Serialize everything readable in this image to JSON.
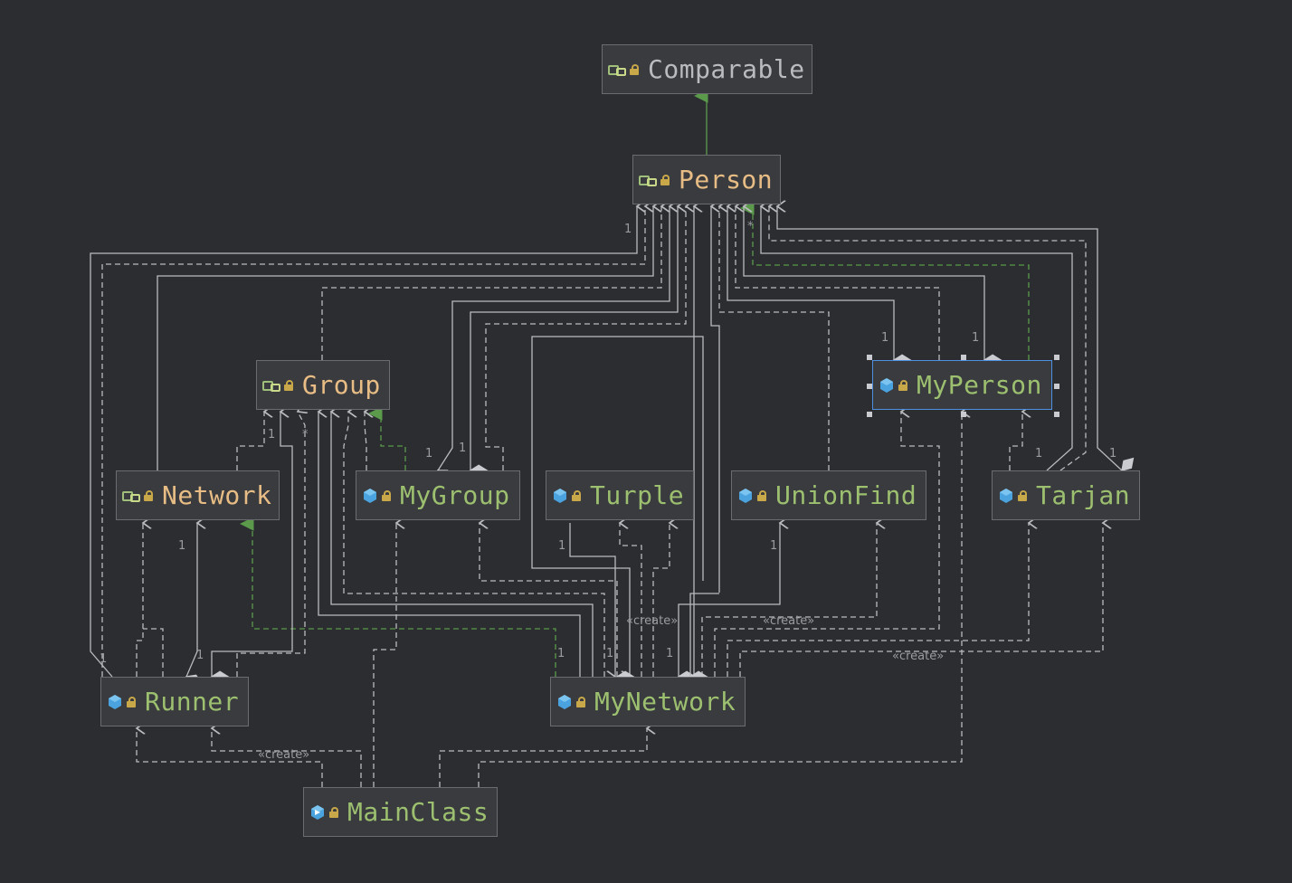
{
  "diagram": {
    "nodes": [
      {
        "id": "comparable",
        "label": "Comparable",
        "kind": "interface",
        "style": "plain",
        "icon": "interface-icon"
      },
      {
        "id": "person",
        "label": "Person",
        "kind": "interface",
        "style": "iface",
        "icon": "interface-icon"
      },
      {
        "id": "group",
        "label": "Group",
        "kind": "interface",
        "style": "iface",
        "icon": "interface-icon"
      },
      {
        "id": "network",
        "label": "Network",
        "kind": "interface",
        "style": "iface",
        "icon": "interface-icon"
      },
      {
        "id": "mygroup",
        "label": "MyGroup",
        "kind": "class",
        "style": "class",
        "icon": "class-icon"
      },
      {
        "id": "turple",
        "label": "Turple",
        "kind": "class",
        "style": "class",
        "icon": "class-icon"
      },
      {
        "id": "unionfind",
        "label": "UnionFind",
        "kind": "class",
        "style": "class",
        "icon": "class-icon"
      },
      {
        "id": "myperson",
        "label": "MyPerson",
        "kind": "class",
        "style": "class",
        "icon": "class-icon",
        "selected": true
      },
      {
        "id": "tarjan",
        "label": "Tarjan",
        "kind": "class",
        "style": "class",
        "icon": "class-icon"
      },
      {
        "id": "runner",
        "label": "Runner",
        "kind": "class",
        "style": "class",
        "icon": "class-icon"
      },
      {
        "id": "mynetwork",
        "label": "MyNetwork",
        "kind": "class",
        "style": "class",
        "icon": "class-icon"
      },
      {
        "id": "mainclass",
        "label": "MainClass",
        "kind": "class",
        "style": "class",
        "icon": "main-class-icon"
      }
    ],
    "edge_labels": {
      "create": "«create»",
      "one": "1",
      "many": "*"
    },
    "colors": {
      "background": "#2b2d31",
      "node_fill": "#3a3b3e",
      "edge": "#b9bbbe",
      "inheritance": "#5a9a4a",
      "selected_border": "#4d8fe0",
      "interface_title": "#e8bd85",
      "class_title": "#9cc06f",
      "class_icon": "#4aa3df",
      "lock": "#c9a84a"
    }
  }
}
